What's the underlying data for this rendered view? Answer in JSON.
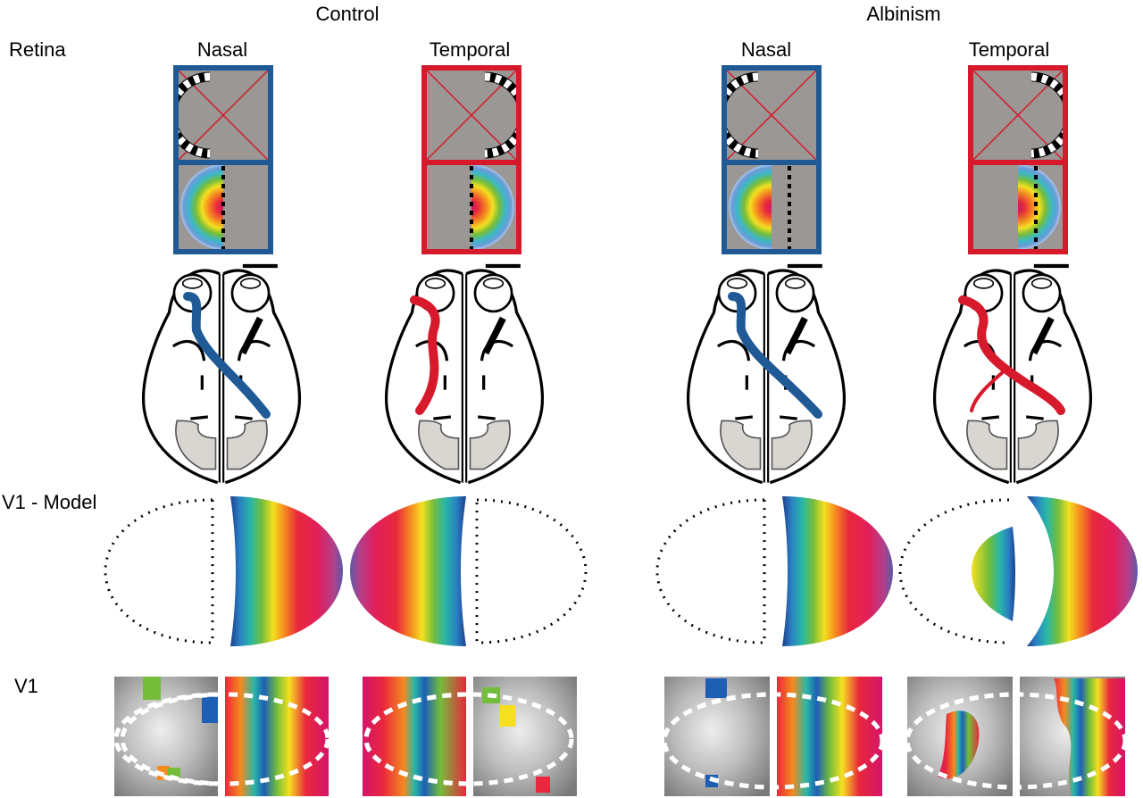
{
  "groups": {
    "control": "Control",
    "albinism": "Albinism"
  },
  "rows": {
    "retina": "Retina",
    "v1_model": "V1 - Model",
    "v1": "V1"
  },
  "columns": [
    "Nasal",
    "Temporal",
    "Nasal",
    "Temporal"
  ],
  "colors": {
    "nasal_frame": "#1f5a96",
    "temporal_frame": "#d6192b",
    "retina_bg": "#9a9794",
    "brain_outline": "#000000",
    "lobe_fill": "#d9d5d1"
  },
  "icons": [
    "checkerboard-wedge-stimulus",
    "eccentricity-color-map",
    "eye-icon",
    "optic-pathway",
    "visual-cortex-lobe",
    "eye-patch-bar"
  ]
}
